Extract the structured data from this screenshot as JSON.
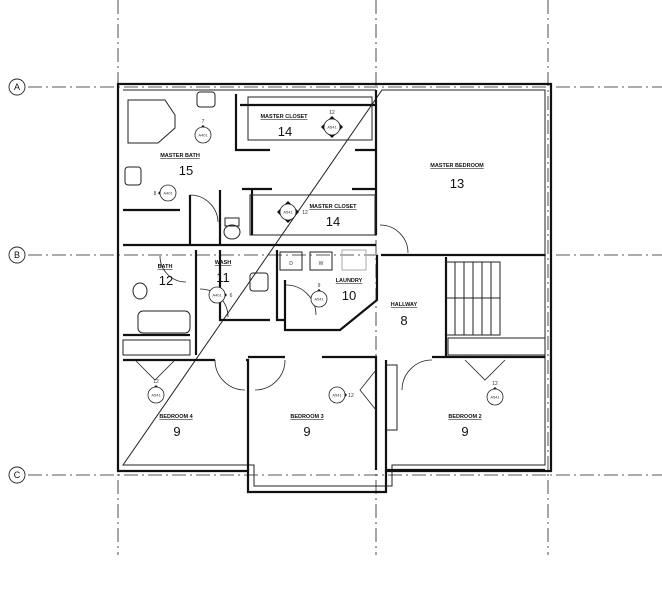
{
  "grid_lines": {
    "a": "A",
    "b": "B",
    "c": "C"
  },
  "rooms": {
    "master_bath": {
      "name": "MASTER BATH",
      "number": "15"
    },
    "master_closet_upper": {
      "name": "MASTER CLOSET",
      "number": "14"
    },
    "master_closet_lower": {
      "name": "MASTER CLOSET",
      "number": "14"
    },
    "master_bedroom": {
      "name": "MASTER BEDROOM",
      "number": "13"
    },
    "bath": {
      "name": "BATH",
      "number": "12"
    },
    "wash": {
      "name": "WASH",
      "number": "11"
    },
    "laundry": {
      "name": "LAUNDRY",
      "number": "10"
    },
    "hallway": {
      "name": "HALLWAY",
      "number": "8"
    },
    "bedroom_4": {
      "name": "BEDROOM 4",
      "number": "9"
    },
    "bedroom_3": {
      "name": "BEDROOM 3",
      "number": "9"
    },
    "bedroom_2": {
      "name": "BEDROOM 2",
      "number": "9"
    }
  },
  "appliances": {
    "dryer": "D",
    "washer": "W"
  },
  "elevation_tags": [
    {
      "sheet": "A401",
      "number": "7"
    },
    {
      "sheet": "A401",
      "number": "8"
    },
    {
      "sheet": "A541",
      "number": "12"
    },
    {
      "sheet": "A541",
      "number": "12"
    },
    {
      "sheet": "A401",
      "number": "6"
    },
    {
      "sheet": "A541",
      "number": "9"
    },
    {
      "sheet": "A541",
      "number": "12"
    },
    {
      "sheet": "A541",
      "number": "12"
    },
    {
      "sheet": "A541",
      "number": "12"
    }
  ]
}
